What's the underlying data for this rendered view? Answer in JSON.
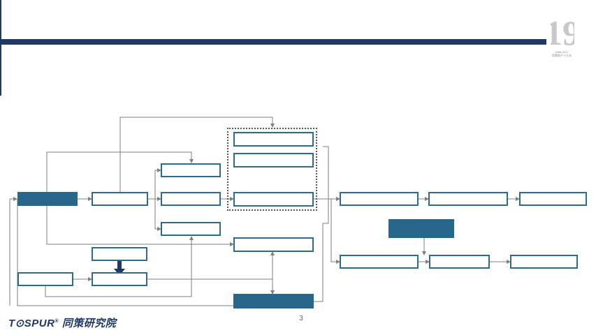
{
  "page": {
    "number": "3"
  },
  "brand": {
    "name": "T⊙SPUR",
    "chinese": "同策研究院",
    "registered": "®"
  },
  "anniversary_logo": {
    "digits": "19",
    "years": "1998-2017",
    "caption": "同策地产十九年"
  },
  "colors": {
    "navy": "#1f3864",
    "teal": "#27688a",
    "connector": "#7f7f7f"
  }
}
